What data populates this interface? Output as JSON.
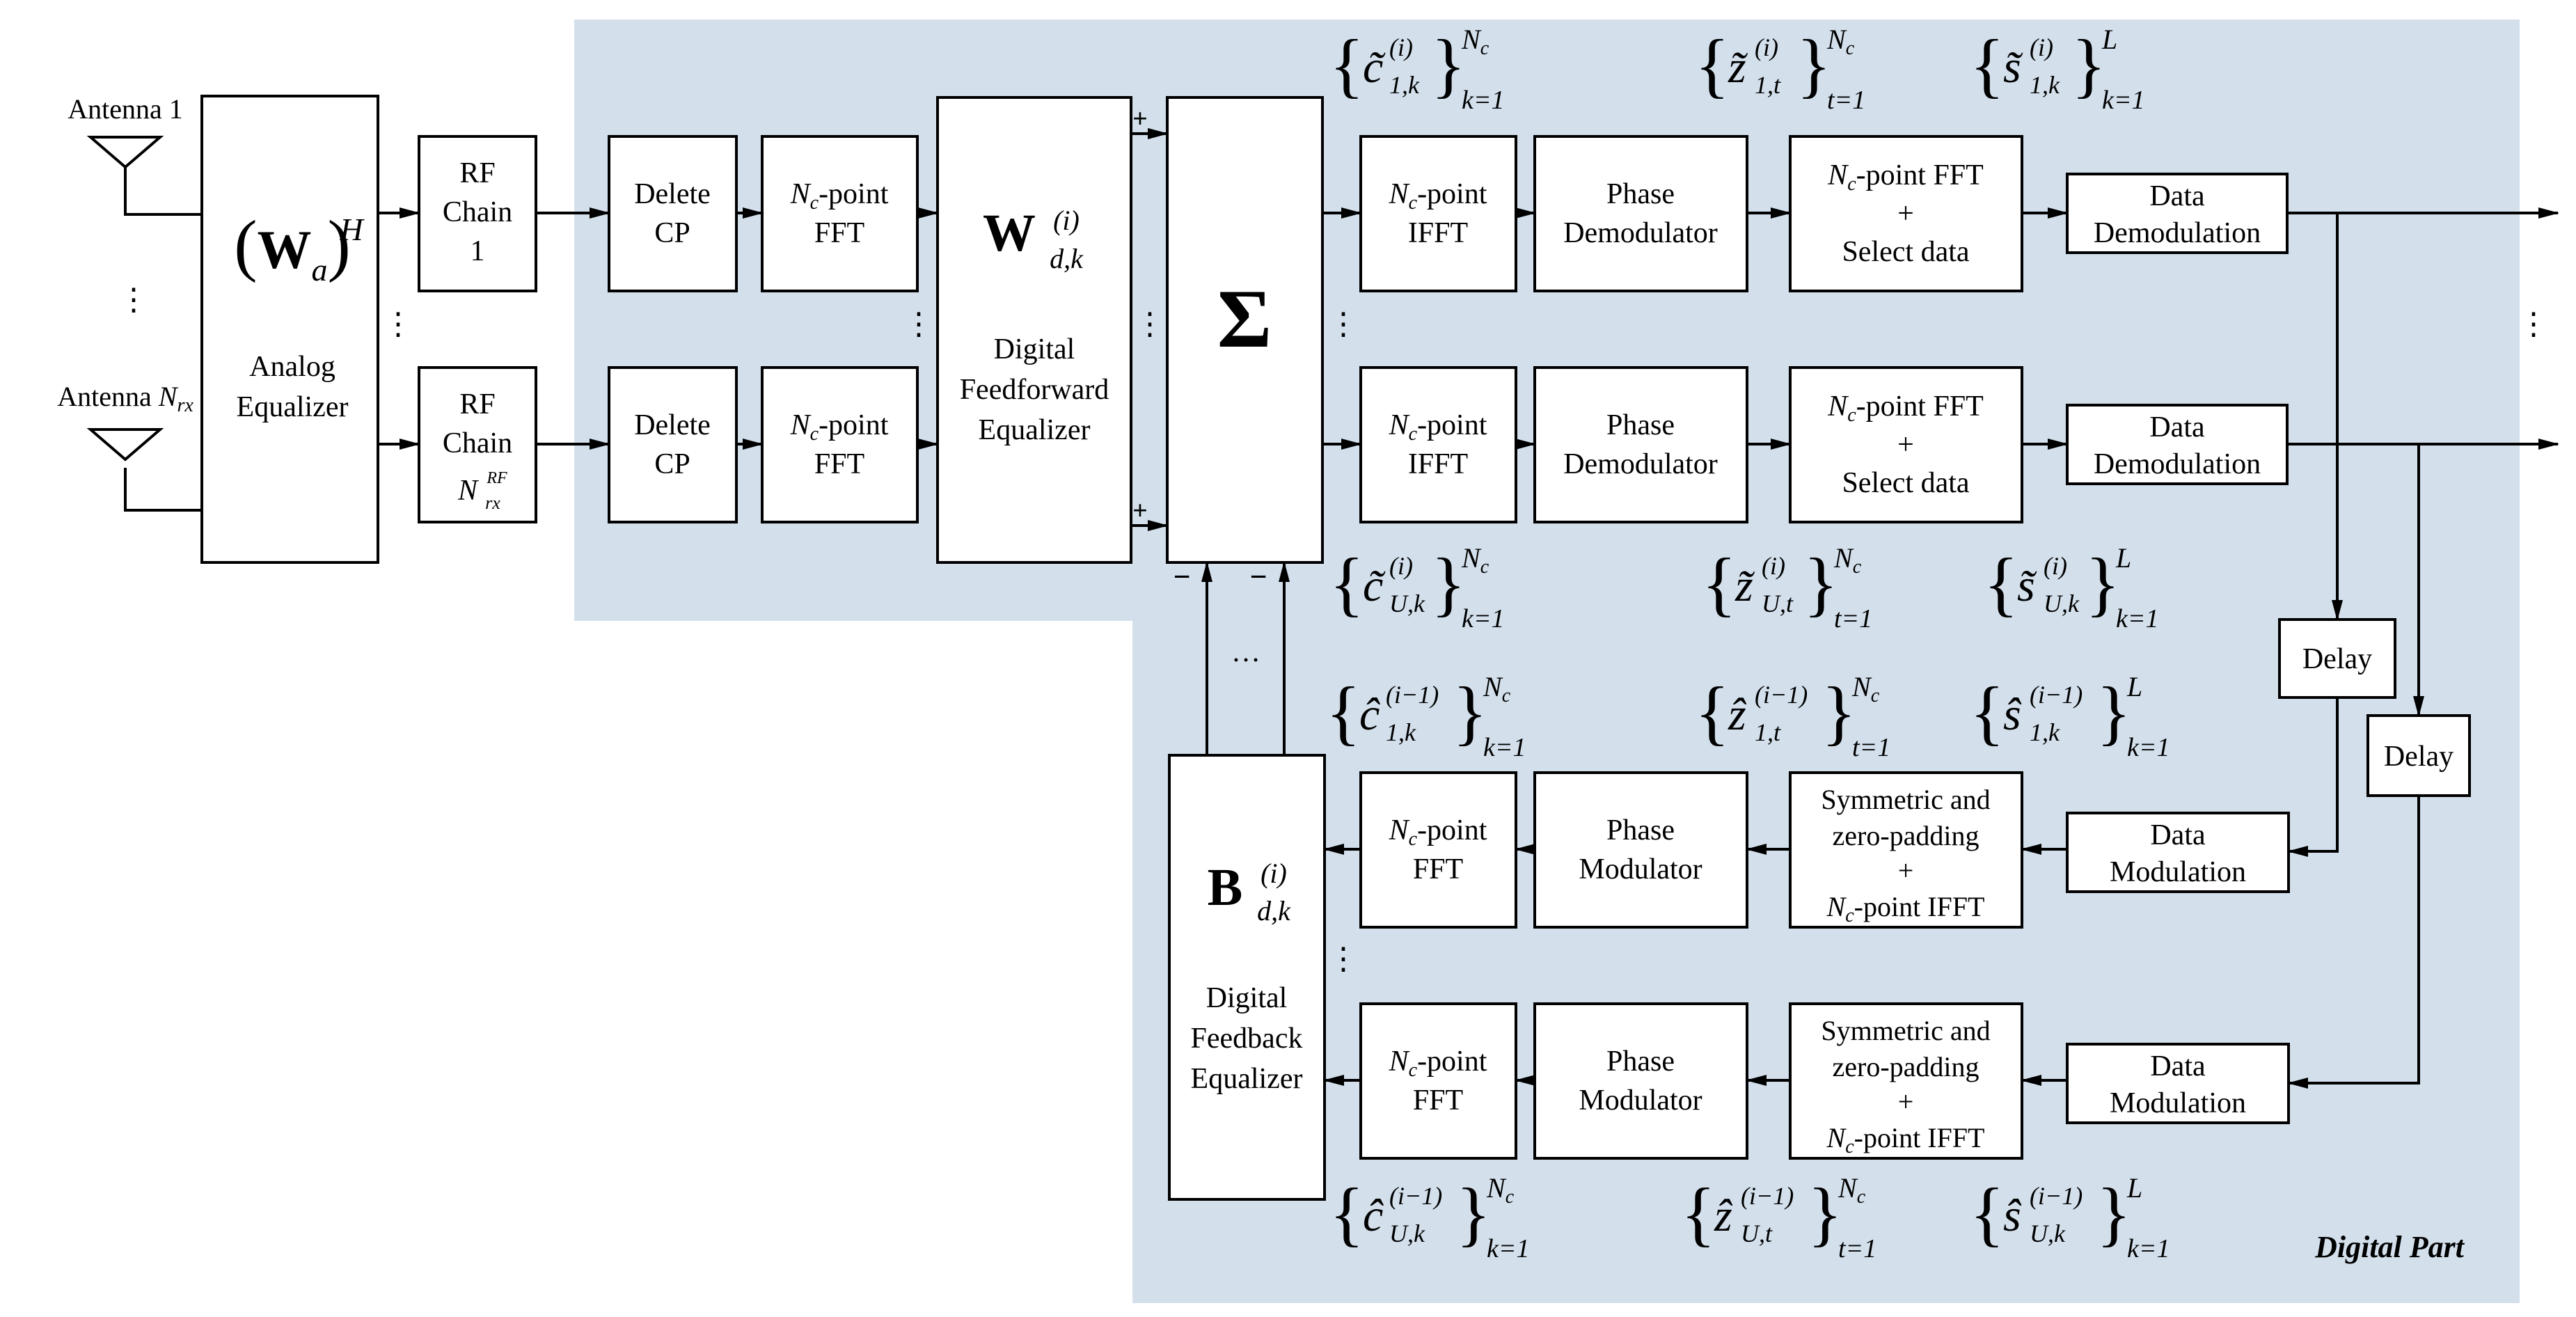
{
  "colors": {
    "digital_region": "#d3e0ec",
    "stroke": "#000000",
    "box_fill": "#ffffff"
  },
  "labels": {
    "antenna1": "Antenna 1",
    "antenna_nrx_prefix": "Antenna ",
    "antenna_nrx_var": "N",
    "antenna_nrx_sub": "rx",
    "analog_eq_base": "W",
    "analog_eq_sub": "a",
    "analog_eq_sup": "H",
    "analog_eq_line1": "Analog",
    "analog_eq_line2": "Equalizer",
    "rf1_line1": "RF",
    "rf1_line2": "Chain",
    "rf1_line3": "1",
    "rf2_line1": "RF",
    "rf2_line2": "Chain",
    "rf2_var": "N",
    "rf2_sub": "rx",
    "rf2_sup": "RF",
    "delete": "Delete",
    "cp": "CP",
    "nc_var": "N",
    "nc_sub": "c",
    "point_suffix": "-point",
    "fft": "FFT",
    "ifft": "IFFT",
    "ff_eq_base": "W",
    "ff_eq_sub": "d,k",
    "ff_eq_sup": "(i)",
    "ff_eq_line1": "Digital",
    "ff_eq_line2": "Feedforward",
    "ff_eq_line3": "Equalizer",
    "sum_symbol": "Σ",
    "phase": "Phase",
    "demodulator": "Demodulator",
    "modulator": "Modulator",
    "point_fft_suffix": "-point FFT",
    "point_ifft_suffix": "-point IFFT",
    "plus_sign": "+",
    "minus_sign": "−",
    "select_data": "Select data",
    "data": "Data",
    "demodulation": "Demodulation",
    "modulation": "Modulation",
    "delay": "Delay",
    "symmetric": "Symmetric and",
    "zero_padding": "zero-padding",
    "fb_eq_base": "B",
    "fb_eq_sub": "d,k",
    "fb_eq_sup": "(i)",
    "fb_eq_line1": "Digital",
    "fb_eq_line2": "Feedback",
    "fb_eq_line3": "Equalizer",
    "vdots": "⋮",
    "hdots": "…",
    "digital_part": "Digital Part"
  },
  "sets": {
    "c_tilde_1": {
      "sym": "c̃",
      "sub": "1,k",
      "sup": "(i)",
      "upper": "N",
      "upper_sub": "c",
      "lower": "k=1"
    },
    "z_tilde_1": {
      "sym": "z̃",
      "sub": "1,t",
      "sup": "(i)",
      "upper": "N",
      "upper_sub": "c",
      "lower": "t=1"
    },
    "s_tilde_1": {
      "sym": "s̃",
      "sub": "1,k",
      "sup": "(i)",
      "upper": "L",
      "upper_sub": "",
      "lower": "k=1"
    },
    "c_tilde_U": {
      "sym": "c̃",
      "sub": "U,k",
      "sup": "(i)",
      "upper": "N",
      "upper_sub": "c",
      "lower": "k=1"
    },
    "z_tilde_U": {
      "sym": "z̃",
      "sub": "U,t",
      "sup": "(i)",
      "upper": "N",
      "upper_sub": "c",
      "lower": "t=1"
    },
    "s_tilde_U": {
      "sym": "s̃",
      "sub": "U,k",
      "sup": "(i)",
      "upper": "L",
      "upper_sub": "",
      "lower": "k=1"
    },
    "c_hat_1": {
      "sym": "ĉ",
      "sub": "1,k",
      "sup": "(i−1)",
      "upper": "N",
      "upper_sub": "c",
      "lower": "k=1"
    },
    "z_hat_1": {
      "sym": "ẑ",
      "sub": "1,t",
      "sup": "(i−1)",
      "upper": "N",
      "upper_sub": "c",
      "lower": "t=1"
    },
    "s_hat_1": {
      "sym": "ŝ",
      "sub": "1,k",
      "sup": "(i−1)",
      "upper": "L",
      "upper_sub": "",
      "lower": "k=1"
    },
    "c_hat_U": {
      "sym": "ĉ",
      "sub": "U,k",
      "sup": "(i−1)",
      "upper": "N",
      "upper_sub": "c",
      "lower": "k=1"
    },
    "z_hat_U": {
      "sym": "ẑ",
      "sub": "U,t",
      "sup": "(i−1)",
      "upper": "N",
      "upper_sub": "c",
      "lower": "t=1"
    },
    "s_hat_U": {
      "sym": "ŝ",
      "sub": "U,k",
      "sup": "(i−1)",
      "upper": "L",
      "upper_sub": "",
      "lower": "k=1"
    }
  }
}
